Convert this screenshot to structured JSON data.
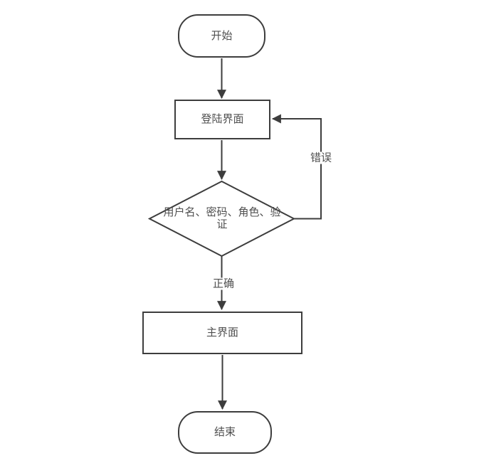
{
  "flowchart": {
    "nodes": {
      "start": {
        "label": "开始",
        "type": "terminator"
      },
      "login": {
        "label": "登陆界面",
        "type": "process"
      },
      "decision": {
        "label": "用户名、密码、角色、验证",
        "type": "decision"
      },
      "main": {
        "label": "主界面",
        "type": "process"
      },
      "end": {
        "label": "结束",
        "type": "terminator"
      }
    },
    "edge_labels": {
      "error": "错误",
      "correct": "正确"
    },
    "colors": {
      "stroke": "#3d3d3d",
      "text": "#4f4f4f",
      "background": "#ffffff",
      "node_fill": "#ffffff"
    }
  }
}
